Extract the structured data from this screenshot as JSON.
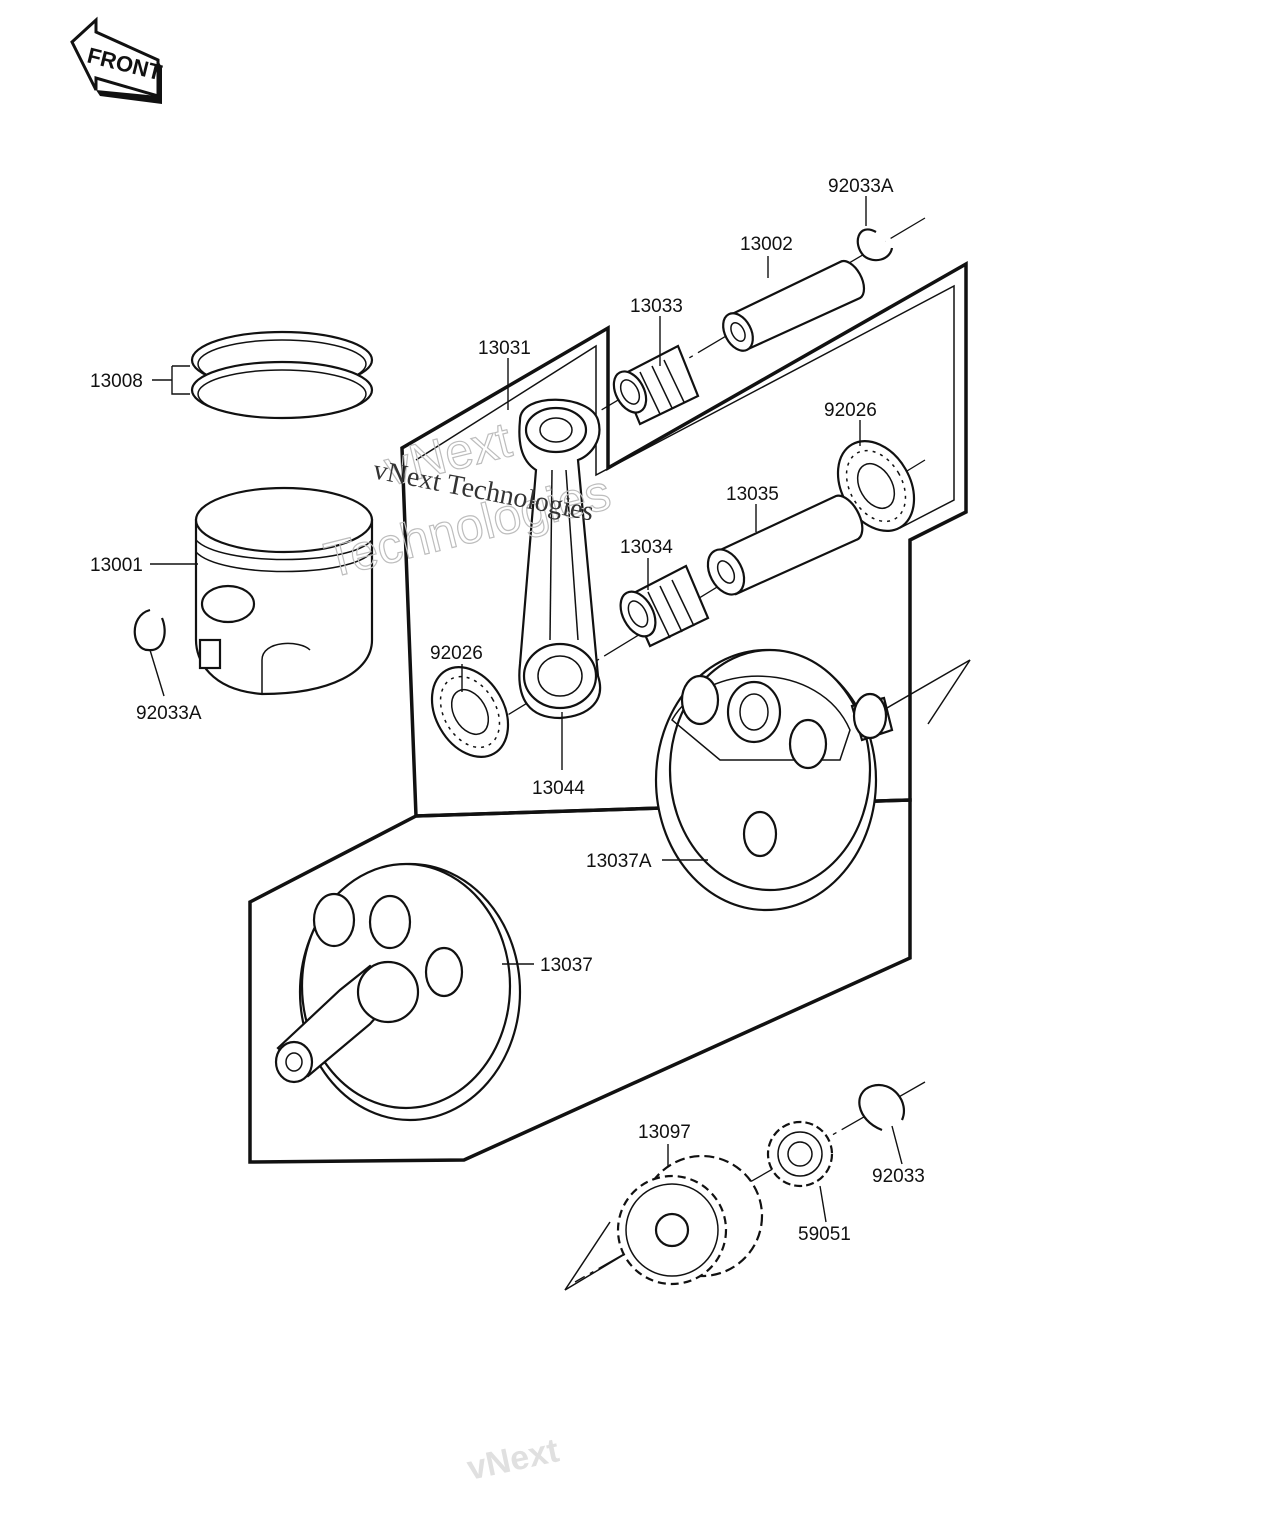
{
  "front_badge": "FRONT",
  "watermarks": {
    "main": "vNext Technologies",
    "outline_line1": "vNext",
    "outline_line2": "Technologies",
    "bottom": "vNext"
  },
  "labels": {
    "p92033A_top": "92033A",
    "p13002": "13002",
    "p13033": "13033",
    "p13031": "13031",
    "p13008": "13008",
    "p92026_right": "92026",
    "p13035": "13035",
    "p13034": "13034",
    "p13001": "13001",
    "p92026_left": "92026",
    "p92033A_left": "92033A",
    "p13044": "13044",
    "p13037A": "13037A",
    "p13037": "13037",
    "p13097": "13097",
    "p92033": "92033",
    "p59051": "59051"
  }
}
